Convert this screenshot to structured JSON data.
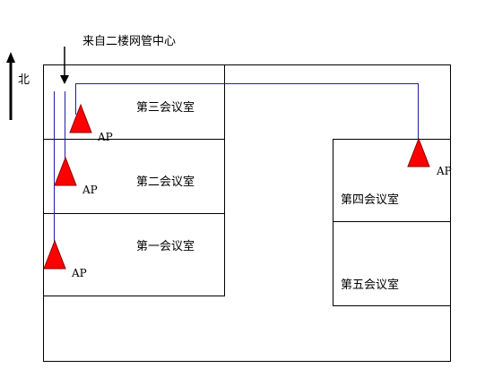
{
  "north_label": "北",
  "source_label": "来自二楼网管中心",
  "rooms": [
    {
      "name": "第三会议室"
    },
    {
      "name": "第二会议室"
    },
    {
      "name": "第一会议室"
    },
    {
      "name": "第四会议室"
    },
    {
      "name": "第五会议室"
    }
  ],
  "access_points": [
    {
      "label": "AP"
    },
    {
      "label": "AP"
    },
    {
      "label": "AP"
    },
    {
      "label": "AP"
    }
  ],
  "colors": {
    "outline": "#000000",
    "cable": "#1f1fa0",
    "ap_fill": "#ff0000",
    "ap_stroke": "#8b0000"
  }
}
